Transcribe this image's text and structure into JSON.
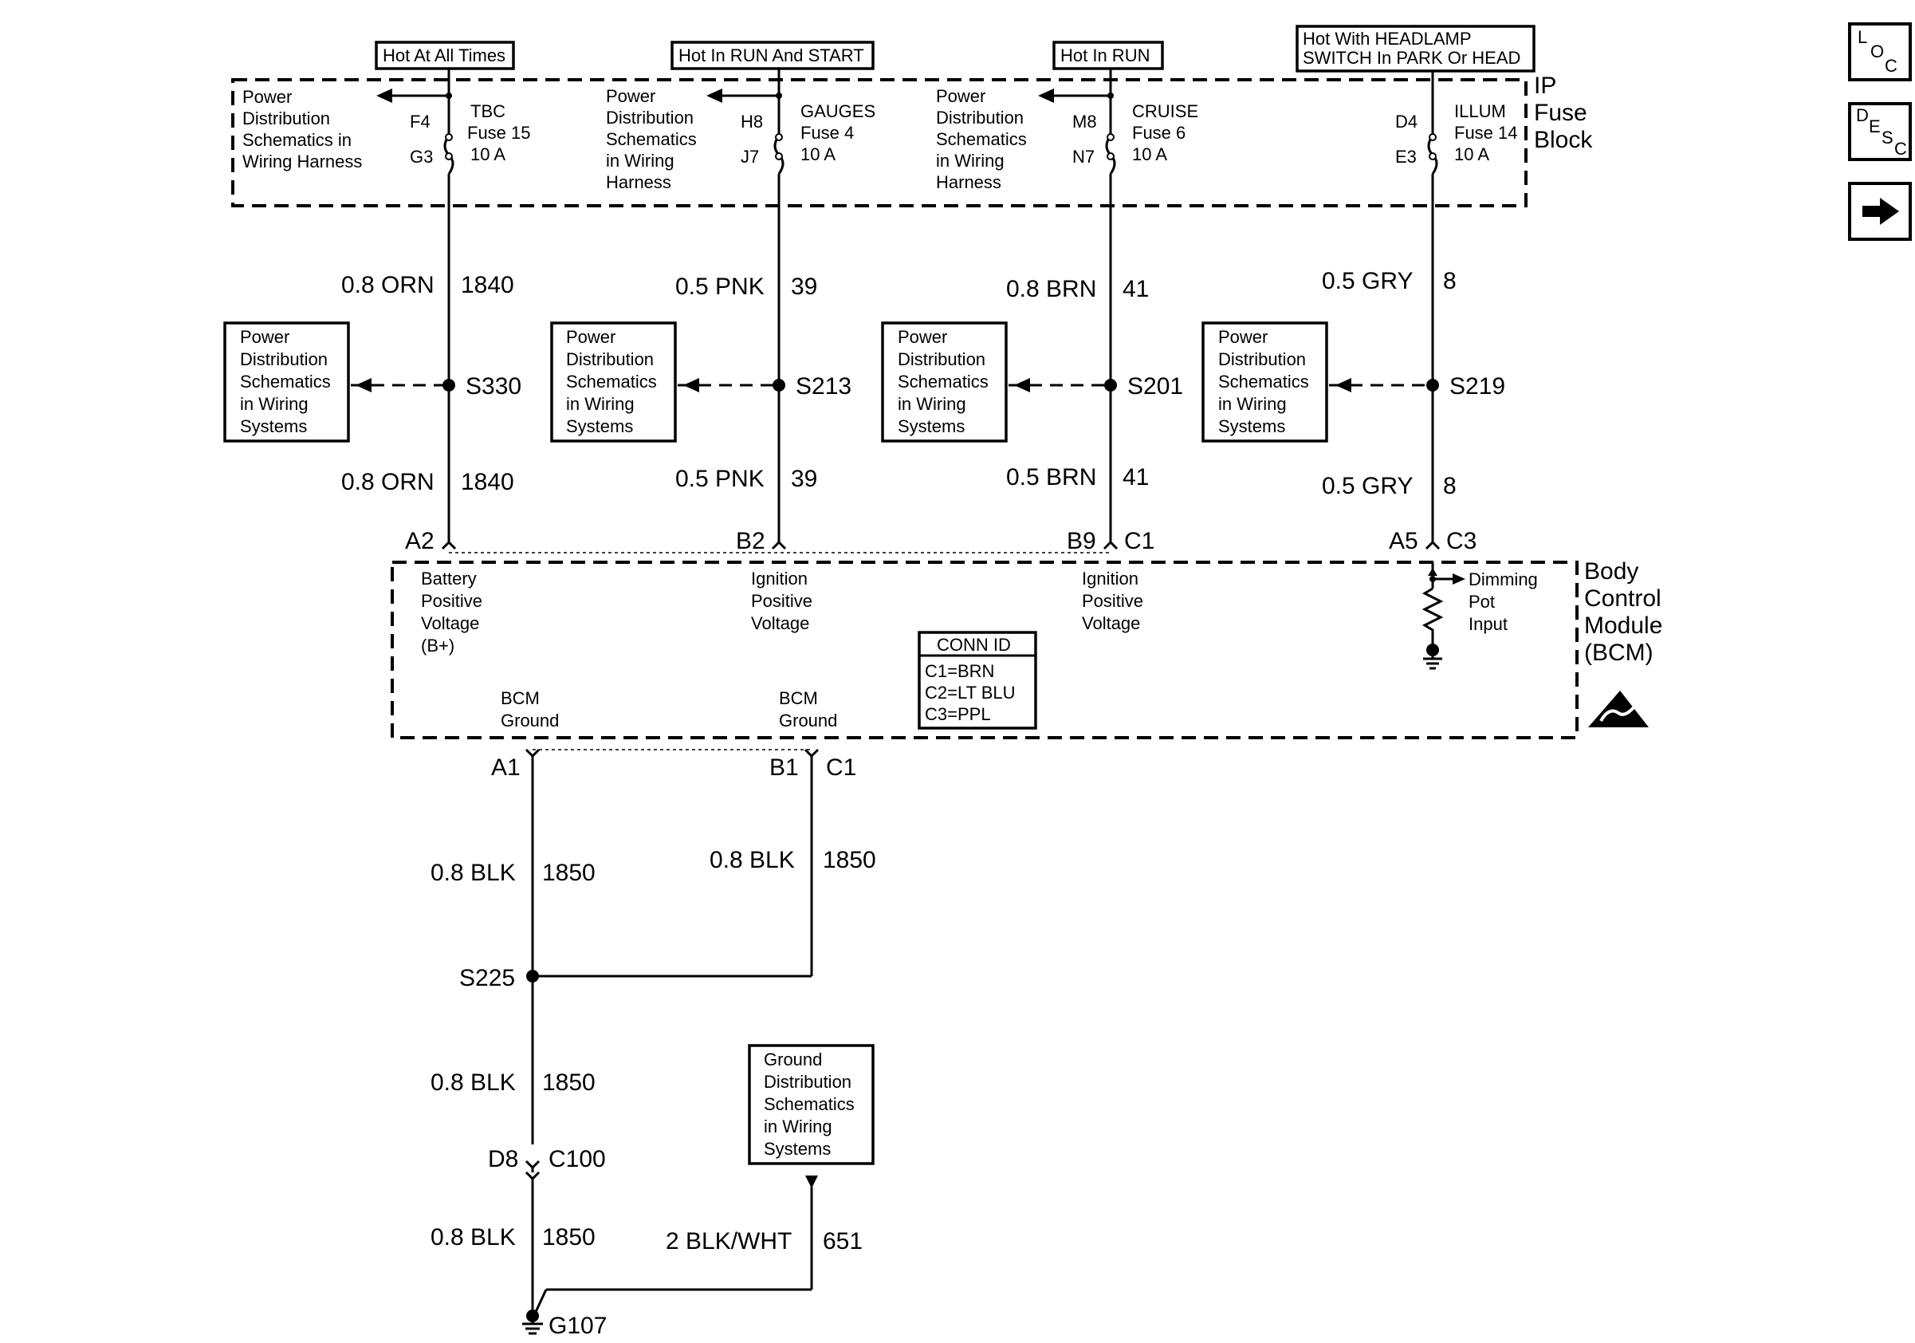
{
  "power_sources": [
    {
      "label": "Hot At All Times"
    },
    {
      "label": "Hot In RUN And START"
    },
    {
      "label": "Hot In RUN"
    },
    {
      "label_line1": "Hot With HEADLAMP",
      "label_line2": "SWITCH In PARK Or HEAD"
    }
  ],
  "fuse_block": {
    "title_lines": [
      "IP",
      "Fuse",
      "Block"
    ],
    "fuses": [
      {
        "pin_in": "F4",
        "pin_out": "G3",
        "name": "TBC",
        "fuse": "Fuse 15",
        "rating": "10 A",
        "note_lines": [
          "Power",
          "Distribution",
          "Schematics in",
          "Wiring Harness"
        ]
      },
      {
        "pin_in": "H8",
        "pin_out": "J7",
        "name": "GAUGES",
        "fuse": "Fuse 4",
        "rating": "10 A",
        "note_lines": [
          "Power",
          "Distribution",
          "Schematics",
          "in Wiring",
          "Harness"
        ]
      },
      {
        "pin_in": "M8",
        "pin_out": "N7",
        "name": "CRUISE",
        "fuse": "Fuse 6",
        "rating": "10 A",
        "note_lines": [
          "Power",
          "Distribution",
          "Schematics",
          "in Wiring",
          "Harness"
        ]
      },
      {
        "pin_in": "D4",
        "pin_out": "E3",
        "name": "ILLUM",
        "fuse": "Fuse 14",
        "rating": "10 A"
      }
    ]
  },
  "circuits": [
    {
      "wire_upper": "0.8 ORN",
      "circuit_upper": "1840",
      "splice": "S330",
      "wire_lower": "0.8 ORN",
      "circuit_lower": "1840",
      "pin": "A2",
      "connector": ""
    },
    {
      "wire_upper": "0.5 PNK",
      "circuit_upper": "39",
      "splice": "S213",
      "wire_lower": "0.5 PNK",
      "circuit_lower": "39",
      "pin": "B2",
      "connector": ""
    },
    {
      "wire_upper": "0.8 BRN",
      "circuit_upper": "41",
      "splice": "S201",
      "wire_lower": "0.5 BRN",
      "circuit_lower": "41",
      "pin": "B9",
      "connector": "C1"
    },
    {
      "wire_upper": "0.5 GRY",
      "circuit_upper": "8",
      "splice": "S219",
      "wire_lower": "0.5 GRY",
      "circuit_lower": "8",
      "pin": "A5",
      "connector": "C3"
    }
  ],
  "splice_refs": [
    [
      "Power",
      "Distribution",
      "Schematics",
      "in Wiring",
      "Systems"
    ],
    [
      "Power",
      "Distribution",
      "Schematics",
      "in Wiring",
      "Systems"
    ],
    [
      "Power",
      "Distribution",
      "Schematics",
      "in Wiring",
      "Systems"
    ],
    [
      "Power",
      "Distribution",
      "Schematics",
      "in Wiring",
      "Systems"
    ]
  ],
  "bcm": {
    "title_lines": [
      "Body",
      "Control",
      "Module",
      "(BCM)"
    ],
    "inputs": [
      [
        "Battery",
        "Positive",
        "Voltage",
        "(B+)"
      ],
      [
        "Ignition",
        "Positive",
        "Voltage"
      ],
      [
        "Ignition",
        "Positive",
        "Voltage"
      ],
      [
        "Dimming",
        "Pot",
        "Input"
      ]
    ],
    "grounds": [
      [
        "BCM",
        "Ground"
      ],
      [
        "BCM",
        "Ground"
      ]
    ],
    "conn_id": {
      "title": "CONN ID",
      "lines": [
        "C1=BRN",
        "C2=LT BLU",
        "C3=PPL"
      ]
    }
  },
  "ground_circuit": {
    "pin_a1": "A1",
    "pin_b1": "B1",
    "conn_c1": "C1",
    "wire_left": "0.8 BLK",
    "circuit_left": "1850",
    "wire_right": "0.8 BLK",
    "circuit_right": "1850",
    "splice": "S225",
    "wire_mid": "0.8 BLK",
    "circuit_mid": "1850",
    "pin_d8": "D8",
    "connector": "C100",
    "wire_bottom": "0.8 BLK",
    "circuit_bottom": "1850",
    "ground_ref": [
      "Ground",
      "Distribution",
      "Schematics",
      "in Wiring",
      "Systems"
    ],
    "wire_ref": "2 BLK/WHT",
    "circuit_ref": "651",
    "ground": "G107"
  },
  "nav": {
    "loc": [
      "L",
      "O",
      "C"
    ],
    "desc": [
      "D",
      "E",
      "S",
      "C"
    ],
    "next_icon": "arrow-right-icon"
  }
}
